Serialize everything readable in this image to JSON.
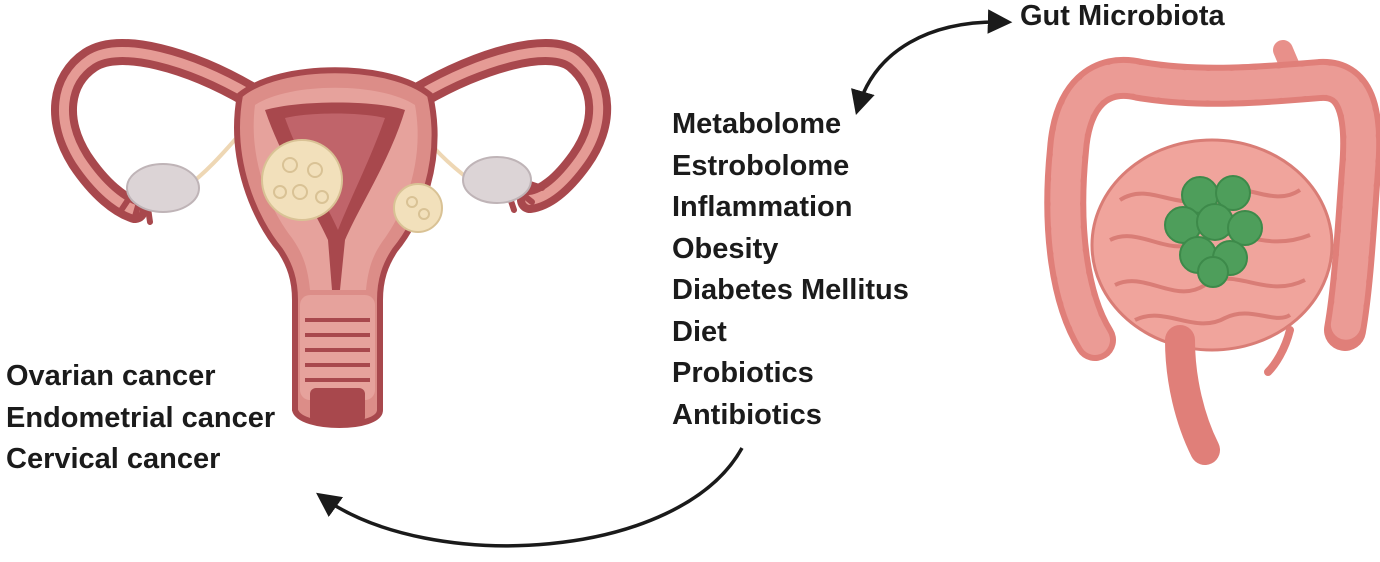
{
  "gut_label": "Gut Microbiota",
  "factors": [
    "Metabolome",
    "Estrobolome",
    "Inflammation",
    "Obesity",
    "Diabetes Mellitus",
    "Diet",
    "Probiotics",
    "Antibiotics"
  ],
  "cancers": [
    "Ovarian cancer",
    "Endometrial cancer",
    "Cervical cancer"
  ],
  "colors": {
    "uterus_outer": "#a8484d",
    "uterus_inner": "#e6a29c",
    "ovary": "#dcd4d6",
    "tumor": "#f2e0bb",
    "intestine": "#e8908a",
    "microbiota": "#4e9e5b",
    "arrow": "#1a1a1a"
  }
}
